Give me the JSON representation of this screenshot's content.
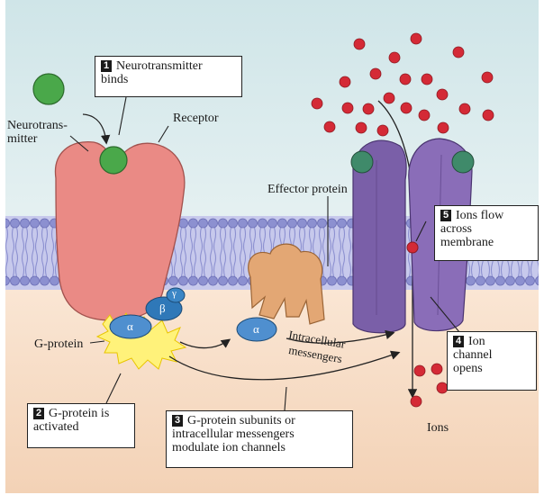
{
  "labels": {
    "neurotransmitter": "Neurotrans-\nmitter",
    "receptor": "Receptor",
    "effector": "Effector protein",
    "g_protein": "G-protein",
    "ions": "Ions",
    "messengers_line1": "Intracellular",
    "messengers_line2": "messengers",
    "alpha": "α",
    "beta": "β",
    "gamma": "γ",
    "effector_alpha": "α"
  },
  "steps": [
    {
      "num": "1",
      "text": "Neurotransmitter\nbinds"
    },
    {
      "num": "2",
      "text": "G-protein is\nactivated"
    },
    {
      "num": "3",
      "text": "G-protein subunits or\nintracellular messengers\nmodulate ion channels"
    },
    {
      "num": "4",
      "text": "Ion\nchannel\nopens"
    },
    {
      "num": "5",
      "text": "Ions flow\nacross\nmembrane"
    }
  ],
  "colors": {
    "extracellular": "#d3e7ea",
    "intracellular": "#f7dcc4",
    "membrane": "#7f83c9",
    "receptor": "#ea8a85",
    "ligand": "#4aa84a",
    "g_alpha": "#4f8fcf",
    "channel": "#7a5fa8",
    "effector": "#e3a774",
    "ion": "#d42a36"
  }
}
